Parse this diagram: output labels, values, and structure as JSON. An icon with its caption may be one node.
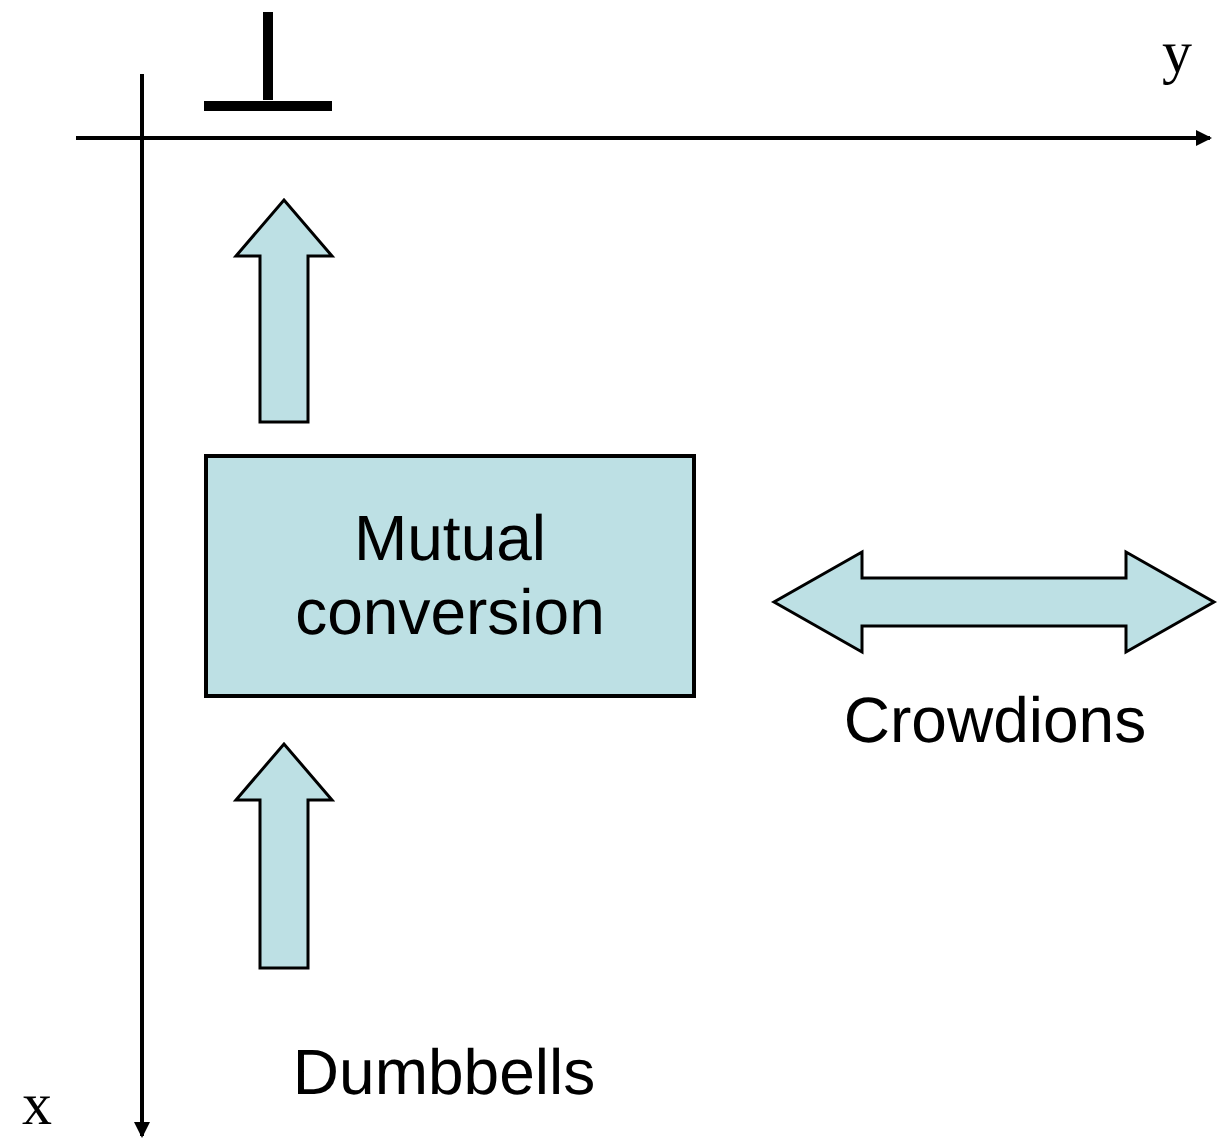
{
  "diagram": {
    "nodes": [
      {
        "text": [],
        "shape": "picture"
      },
      {
        "text": [
          "Mutual conversion"
        ]
      },
      {
        "text": [
          "Crowdions"
        ]
      },
      {
        "text": [
          "Dumbbells"
        ]
      }
    ],
    "edges": [
      {
        "from": 1,
        "to": 0,
        "arrow": "to"
      },
      {
        "from": 3,
        "to": 1,
        "arrow": "to"
      },
      {
        "from": 1,
        "to": 2,
        "arrow": "both"
      }
    ],
    "labels": [
      "y",
      "x"
    ]
  }
}
